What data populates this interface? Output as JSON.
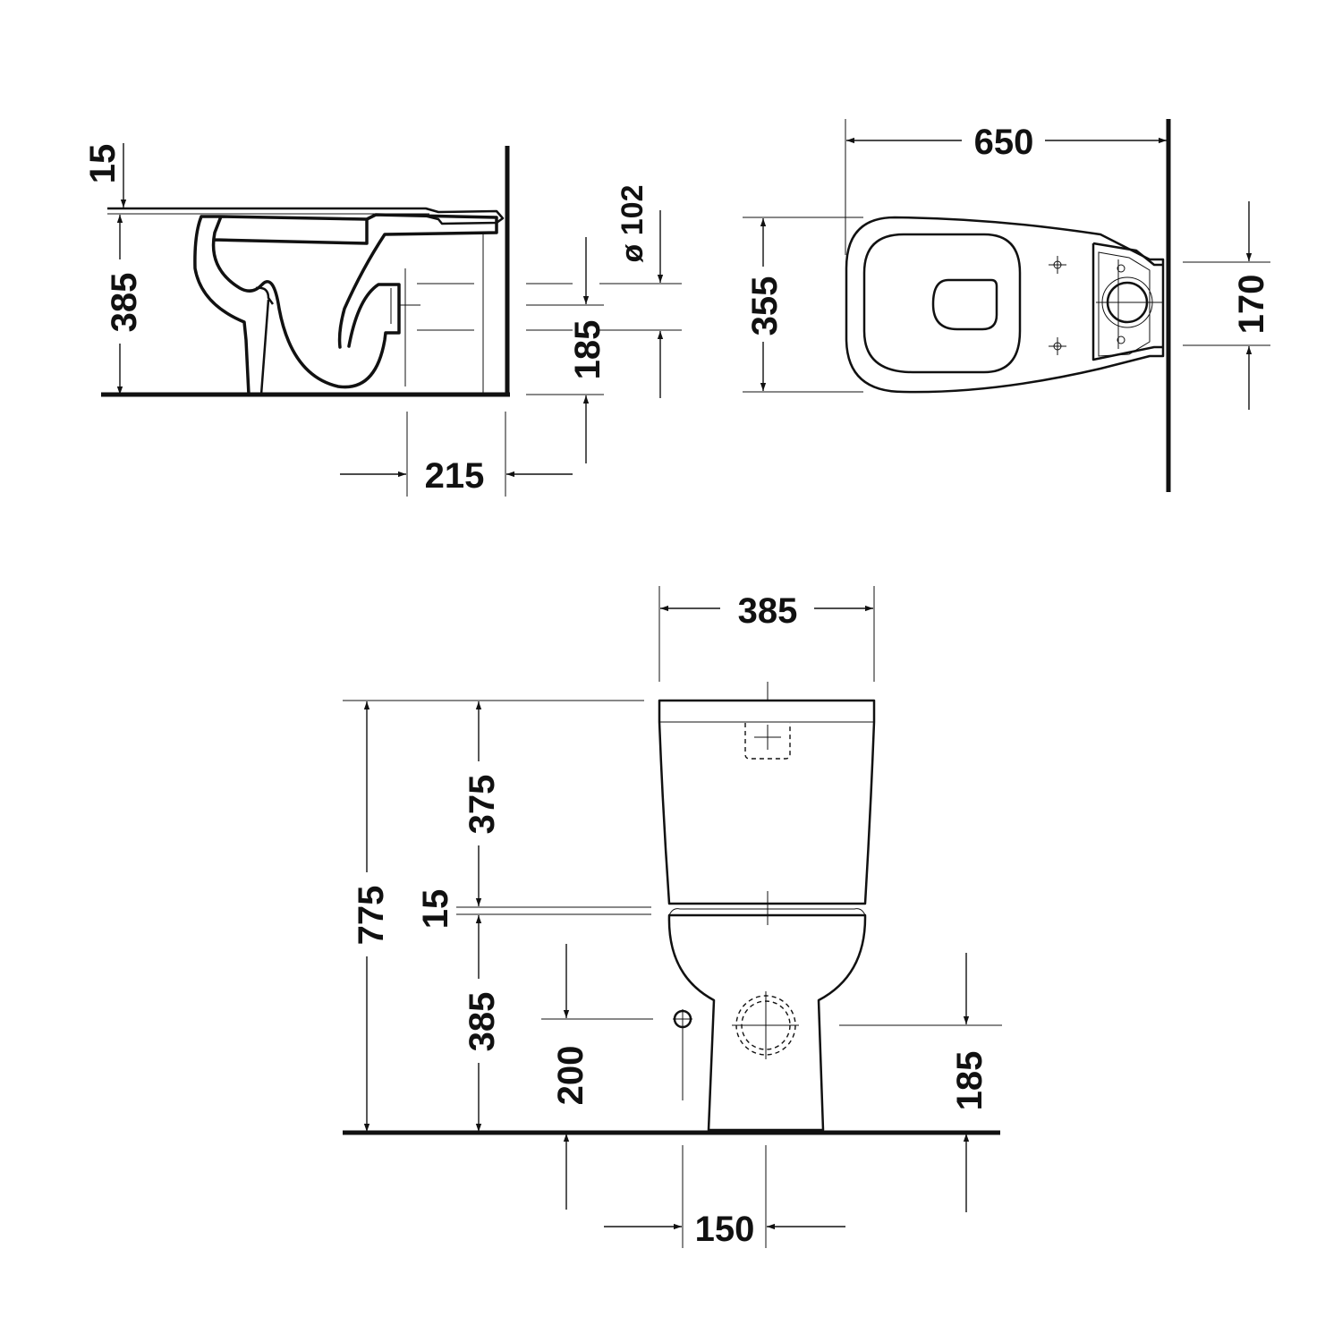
{
  "side_view": {
    "dim_seat_gap": "15",
    "dim_seat_height": "385",
    "dim_outlet_depth": "215",
    "dim_outlet_height": "185",
    "dim_outlet_diameter": "ø 102"
  },
  "top_view": {
    "dim_length": "650",
    "dim_width": "355",
    "dim_tank_width": "170"
  },
  "front_view": {
    "dim_width": "385",
    "dim_total_height": "775",
    "dim_tank_height": "375",
    "dim_gap": "15",
    "dim_seat_height": "385",
    "dim_water_inlet_height": "200",
    "dim_outlet_height": "185",
    "dim_inlet_offset": "150"
  }
}
